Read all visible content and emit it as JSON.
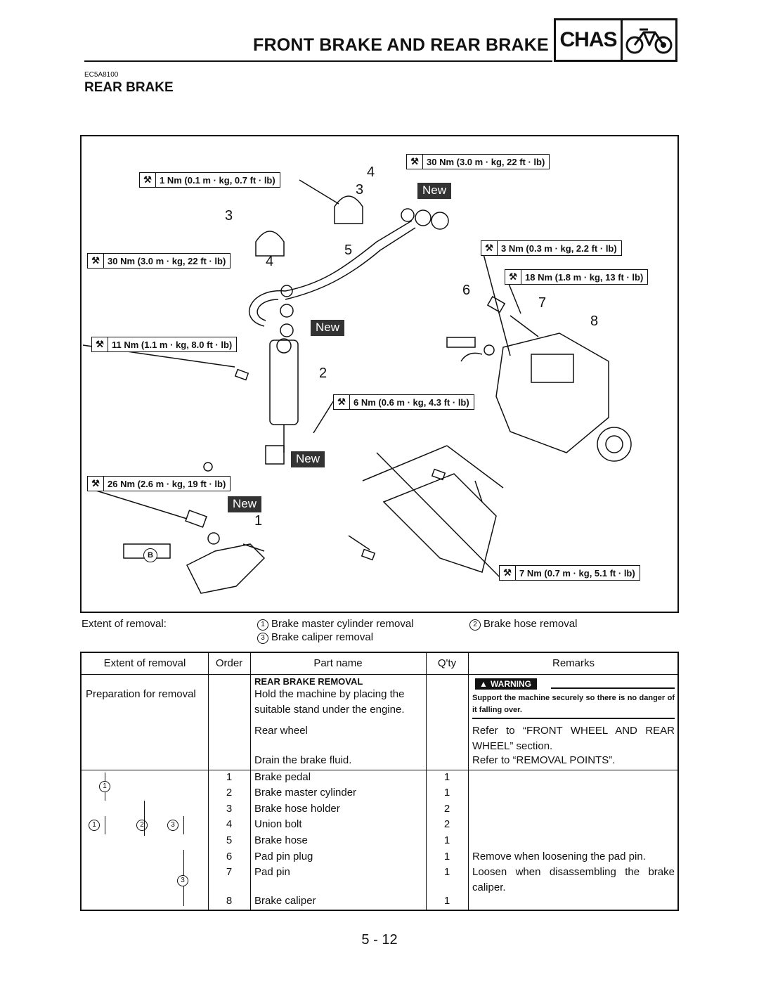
{
  "header": {
    "title": "FRONT BRAKE AND REAR BRAKE",
    "chapter_badge": "CHAS",
    "chapter_icon": "motorcycle-icon",
    "doc_code": "EC5A8100",
    "section": "REAR BRAKE"
  },
  "diagram": {
    "torques": [
      "30 Nm (3.0 m · kg, 22 ft · lb)",
      "1 Nm (0.1 m · kg, 0.7 ft · lb)",
      "3 Nm (0.3 m · kg, 2.2 ft · lb)",
      "30 Nm (3.0 m · kg, 22 ft · lb)",
      "18 Nm (1.8 m · kg, 13 ft · lb)",
      "11 Nm (1.1 m · kg, 8.0 ft · lb)",
      "6 Nm (0.6 m · kg, 4.3 ft · lb)",
      "26 Nm (2.6 m · kg, 19 ft · lb)",
      "7 Nm (0.7 m · kg, 5.1 ft · lb)"
    ],
    "new_label": "New",
    "callouts": [
      "4",
      "3",
      "3",
      "5",
      "4",
      "6",
      "7",
      "8",
      "2",
      "1"
    ],
    "grease_mark": "B"
  },
  "extent": {
    "label": "Extent of removal:",
    "items": [
      {
        "num": "1",
        "text": "Brake master cylinder removal"
      },
      {
        "num": "2",
        "text": "Brake hose removal"
      },
      {
        "num": "3",
        "text": "Brake caliper removal"
      }
    ]
  },
  "table": {
    "headers": [
      "Extent of removal",
      "Order",
      "Part name",
      "Q'ty",
      "Remarks"
    ],
    "prep": {
      "extent": "Preparation for removal",
      "section_title": "REAR BRAKE REMOVAL",
      "hold_text": "Hold the machine by placing the suitable stand under the engine.",
      "rear_wheel": "Rear wheel",
      "drain": "Drain the brake fluid.",
      "warning_label": "WARNING",
      "warning_text": "Support the machine securely so there is no danger of it falling over.",
      "rear_wheel_remark": "Refer to “FRONT WHEEL AND REAR WHEEL” section.",
      "drain_remark": "Refer to “REMOVAL POINTS”."
    },
    "rows": [
      {
        "order": "1",
        "part": "Brake pedal",
        "qty": "1",
        "remark": ""
      },
      {
        "order": "2",
        "part": "Brake master cylinder",
        "qty": "1",
        "remark": ""
      },
      {
        "order": "3",
        "part": "Brake hose holder",
        "qty": "2",
        "remark": ""
      },
      {
        "order": "4",
        "part": "Union bolt",
        "qty": "2",
        "remark": ""
      },
      {
        "order": "5",
        "part": "Brake hose",
        "qty": "1",
        "remark": ""
      },
      {
        "order": "6",
        "part": "Pad pin plug",
        "qty": "1",
        "remark": "Remove when loosening the pad pin."
      },
      {
        "order": "7",
        "part": "Pad pin",
        "qty": "1",
        "remark": "Loosen when disassembling the brake caliper."
      },
      {
        "order": "8",
        "part": "Brake caliper",
        "qty": "1",
        "remark": ""
      }
    ],
    "extent_marks": [
      "1",
      "1",
      "2",
      "3",
      "3"
    ]
  },
  "footer": {
    "page": "5 - 12"
  }
}
